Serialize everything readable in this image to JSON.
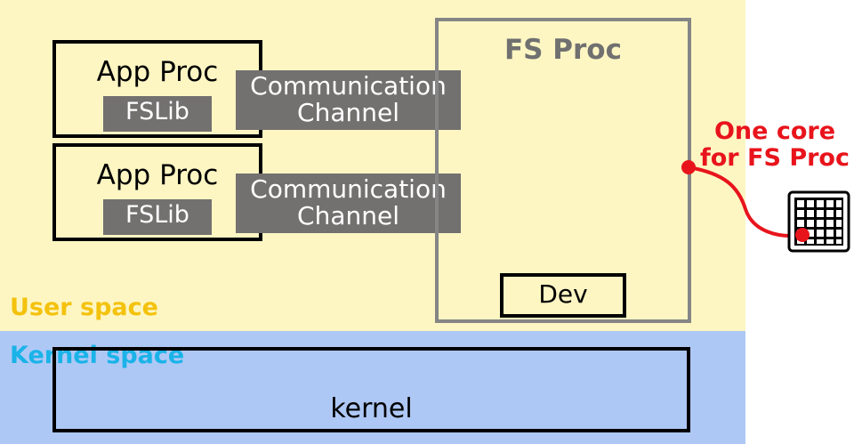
{
  "spaces": {
    "user": "User space",
    "kernel": "Kernel space"
  },
  "apps": [
    {
      "title": "App Proc",
      "lib": "FSLib"
    },
    {
      "title": "App Proc",
      "lib": "FSLib"
    }
  ],
  "channels": [
    {
      "line1": "Communication",
      "line2": "Channel"
    },
    {
      "line1": "Communication",
      "line2": "Channel"
    }
  ],
  "fs_proc": {
    "title": "FS Proc",
    "dev": "Dev"
  },
  "kernel": {
    "label": "kernel"
  },
  "annotation": {
    "line1": "One core",
    "line2": "for FS Proc"
  },
  "colors": {
    "user_space_bg": "#fdf6c3",
    "kernel_space_bg": "#aec8f5",
    "user_label": "#f4c20d",
    "kernel_label": "#1ab3e8",
    "channel_fill": "#737070",
    "annotation": "#e8141c"
  },
  "icons": {
    "cpu": "cpu-chip-icon"
  }
}
